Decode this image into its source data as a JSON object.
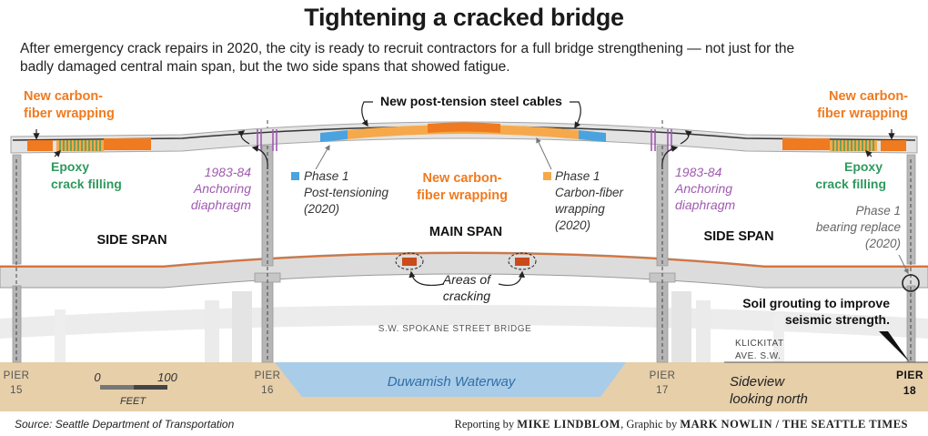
{
  "title": "Tightening a cracked bridge",
  "subtitle_lines": [
    "After emergency crack repairs in 2020, the city is ready to recruit contractors for a full bridge strengthening — not just for the",
    "badly damaged central main span, but the two side spans that showed fatigue."
  ],
  "labels": {
    "cables": "New post-tension steel cables",
    "carbon_left": [
      "New carbon-",
      "fiber wrapping"
    ],
    "carbon_right": [
      "New carbon-",
      "fiber wrapping"
    ],
    "epoxy_left": [
      "Epoxy",
      "crack filling"
    ],
    "epoxy_right": [
      "Epoxy",
      "crack filling"
    ],
    "diaphragm_left": [
      "1983-84",
      "Anchoring",
      "diaphragm"
    ],
    "diaphragm_right": [
      "1983-84",
      "Anchoring",
      "diaphragm"
    ],
    "phase1_post": [
      "Phase 1",
      "Post-tensioning",
      "(2020)"
    ],
    "carbon_center": [
      "New carbon-",
      "fiber wrapping"
    ],
    "phase1_carbon": [
      "Phase 1",
      "Carbon-fiber",
      "wrapping",
      "(2020)"
    ],
    "bearing": [
      "Phase 1",
      "bearing replace",
      "(2020)"
    ],
    "side_span_left": "SIDE SPAN",
    "main_span": "MAIN SPAN",
    "side_span_right": "SIDE SPAN",
    "cracking": [
      "Areas of",
      "cracking"
    ],
    "soil": [
      "Soil grouting to improve",
      "seismic strength."
    ],
    "spokane": "S.W. SPOKANE STREET BRIDGE",
    "klickitat": [
      "KLICKITAT",
      "AVE. S.W."
    ],
    "waterway": "Duwamish Waterway",
    "sideview": [
      "Sideview",
      "looking north"
    ],
    "scale_zero": "0",
    "scale_hundred": "100",
    "scale_unit": "FEET",
    "piers": [
      {
        "line1": "PIER",
        "line2": "15"
      },
      {
        "line1": "PIER",
        "line2": "16"
      },
      {
        "line1": "PIER",
        "line2": "17"
      },
      {
        "line1": "PIER",
        "line2": "18"
      }
    ]
  },
  "colors": {
    "orange": "#f07a1f",
    "orange_light": "#f6a94a",
    "blue": "#4aa3df",
    "purple": "#a05ab0",
    "green": "#2e9a5e",
    "water": "#a9cce8",
    "ground": "#e6cfa9",
    "crack": "#c94a1a"
  },
  "footer": {
    "source": "Source: Seattle Department of Transportation",
    "credit_prefix": "Reporting by ",
    "credit_reporter": "MIKE LINDBLOM",
    "credit_mid": ", Graphic by ",
    "credit_graphic": "MARK NOWLIN / THE SEATTLE TIMES"
  }
}
